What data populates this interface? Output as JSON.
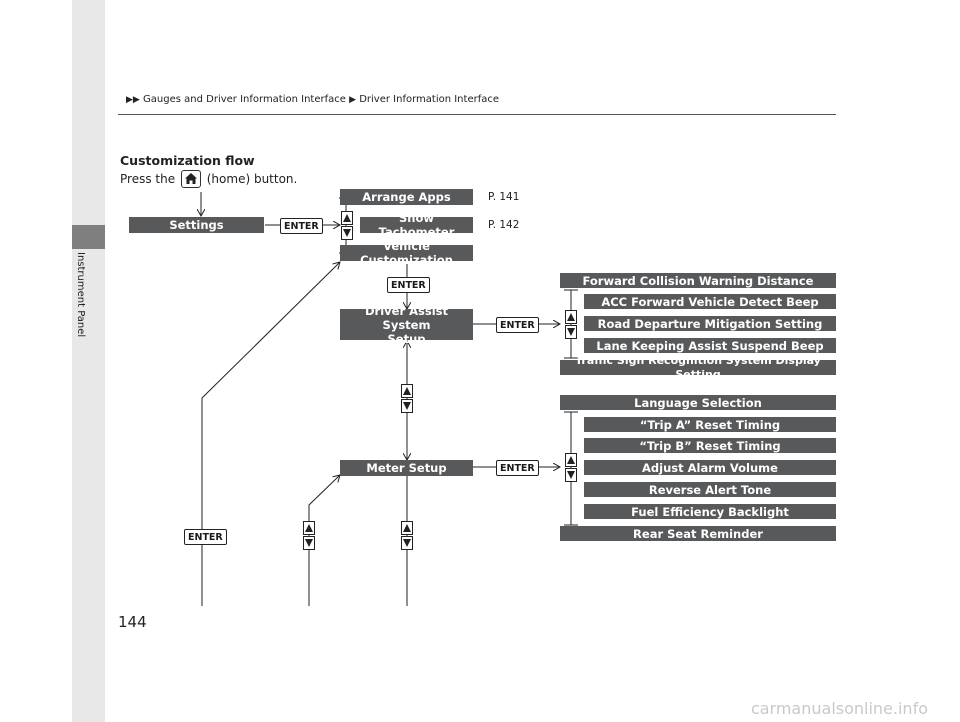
{
  "sidebar": {
    "section_label": "Instrument Panel"
  },
  "page_number": "144",
  "breadcrumb": {
    "item1": "Gauges and Driver Information Interface",
    "item2": "Driver Information Interface"
  },
  "heading": {
    "title": "Customization flow",
    "press_before": "Press the",
    "press_after": "(home) button."
  },
  "flow": {
    "settings": "Settings",
    "enter": "ENTER",
    "arrange_apps": "Arrange Apps",
    "show_tachometer": "Show Tachometer",
    "vehicle_customization": "Vehicle Customization",
    "ref_arrange": "P. 141",
    "ref_tach": "P. 142",
    "driver_assist_line1": "Driver Assist System",
    "driver_assist_line2": "Setup",
    "meter_setup": "Meter Setup",
    "driver_assist_items": [
      "Forward Collision Warning Distance",
      "ACC Forward Vehicle Detect Beep",
      "Road Departure Mitigation Setting",
      "Lane Keeping Assist Suspend Beep",
      "Traffic Sign Recognition System Display Setting"
    ],
    "meter_items": [
      "Language Selection",
      "“Trip A” Reset Timing",
      "“Trip B” Reset Timing",
      "Adjust Alarm Volume",
      "Reverse Alert Tone",
      "Fuel Efficiency Backlight",
      "Rear Seat Reminder"
    ]
  },
  "watermark": "carmanualsonline.info",
  "colors": {
    "box": "#58595b",
    "sidebar_tab": "#7f7f7f"
  }
}
